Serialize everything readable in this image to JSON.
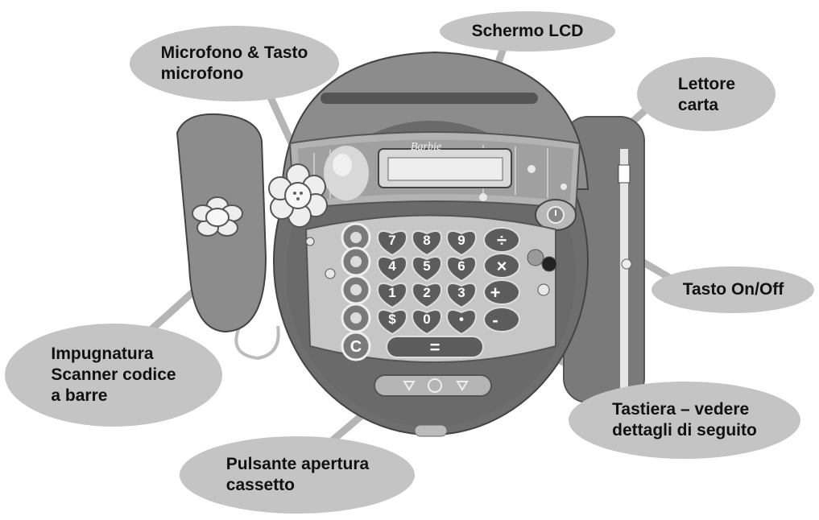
{
  "callouts": {
    "microphone": "Microfono & Tasto\nmicrofono",
    "lcd": "Schermo LCD",
    "card_reader": "Lettore\ncarta",
    "on_off": "Tasto On/Off",
    "handle_scanner": "Impugnatura\nScanner codice\na barre",
    "keypad": "Tastiera – vedere\ndettagli di seguito",
    "drawer": "Pulsante apertura\ncassetto"
  },
  "screen_logo": "Barbie",
  "keypad": {
    "row1": [
      "7",
      "8",
      "9"
    ],
    "row2": [
      "4",
      "5",
      "6"
    ],
    "row3": [
      "1",
      "2",
      "3"
    ],
    "row4": [
      "$",
      "0",
      "•"
    ],
    "ops": [
      "÷",
      "×",
      "+",
      "-"
    ],
    "clear": "C",
    "equals": "="
  },
  "colors": {
    "callout_fill": "#c4c4c4",
    "body_dark": "#6e6e6e",
    "body_light": "#9a9a9a",
    "key_fill": "#5c5c5c"
  }
}
